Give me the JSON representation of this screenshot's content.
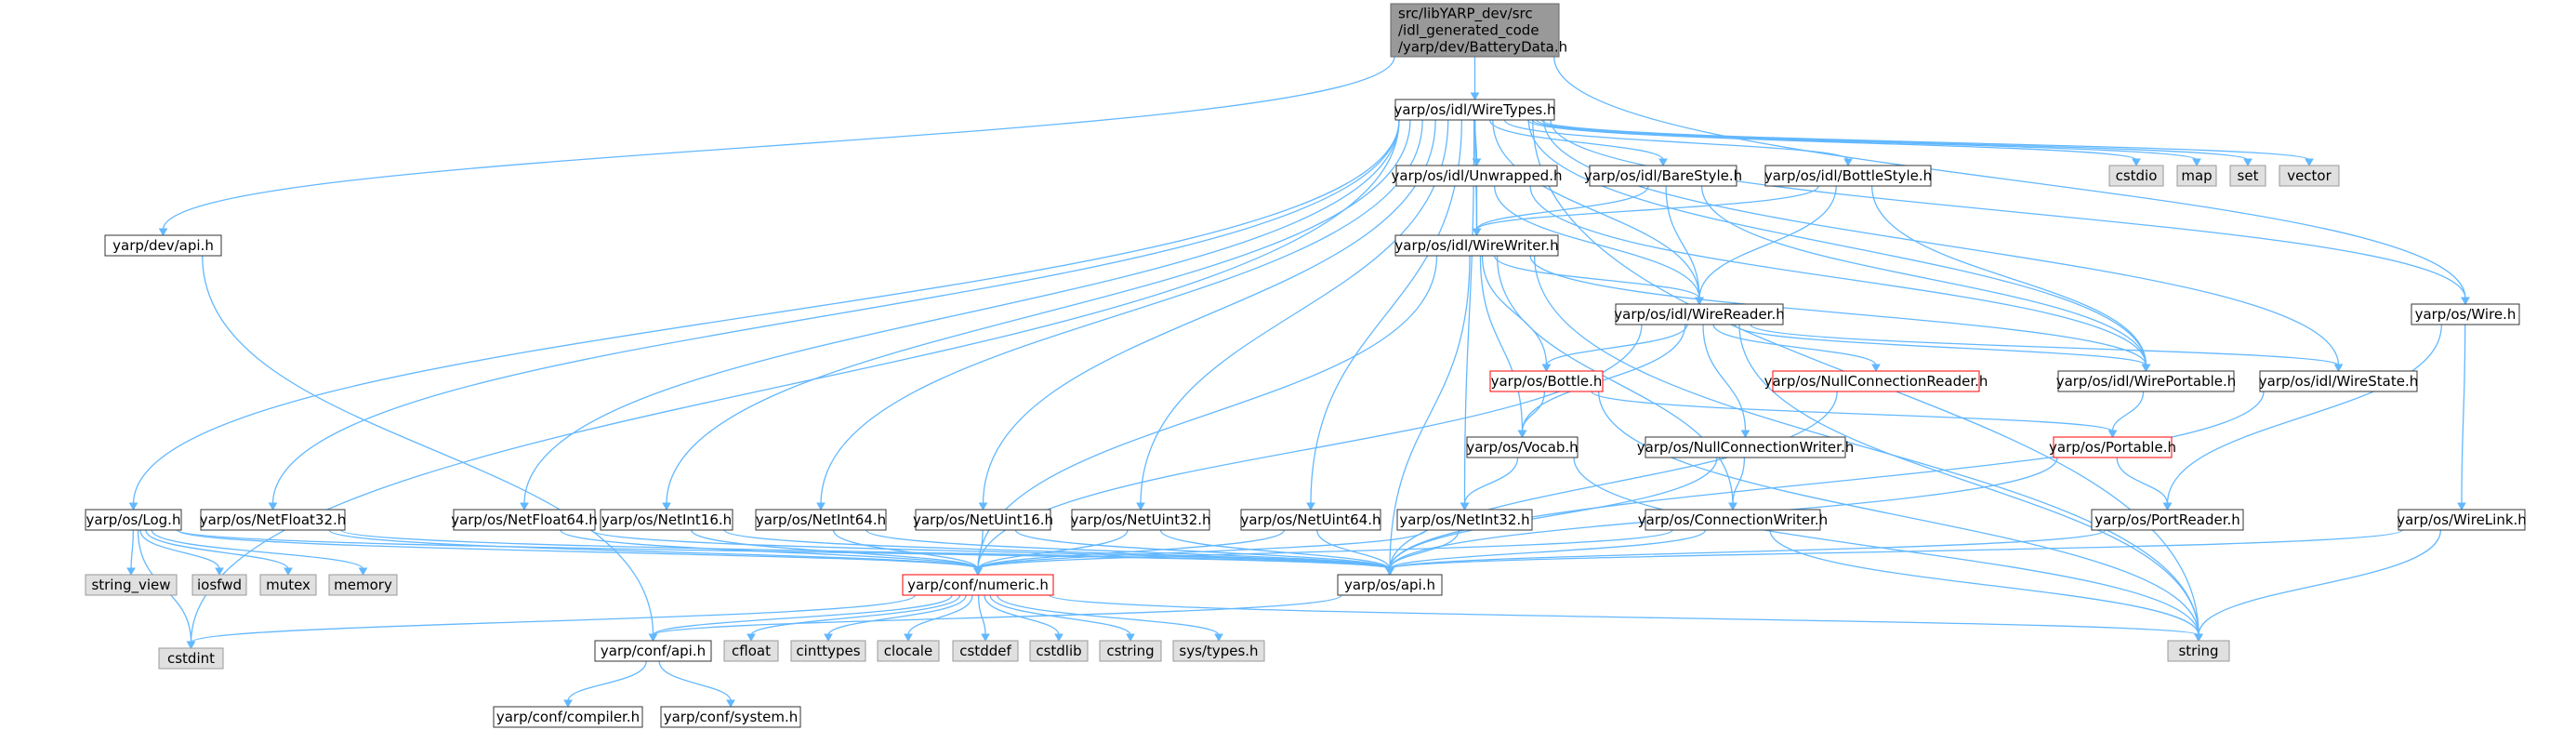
{
  "colors": {
    "background": "#ffffff",
    "edge": "#63b8ff",
    "default_fill": "#ffffff",
    "default_stroke": "#333333",
    "system_fill": "#e0e0e0",
    "system_stroke": "#999999",
    "root_fill": "#999999",
    "root_stroke": "#666666",
    "incomplete_stroke": "#ff0000"
  },
  "nodes": [
    {
      "id": "root",
      "kind": "root",
      "lines": [
        "src/libYARP_dev/src",
        "/idl_generated_code",
        "/yarp/dev/BatteryData.h"
      ]
    },
    {
      "id": "wiretypes",
      "kind": "default",
      "lines": [
        "yarp/os/idl/WireTypes.h"
      ]
    },
    {
      "id": "devapi",
      "kind": "default",
      "lines": [
        "yarp/dev/api.h"
      ]
    },
    {
      "id": "unwrapped",
      "kind": "default",
      "lines": [
        "yarp/os/idl/Unwrapped.h"
      ]
    },
    {
      "id": "barestyle",
      "kind": "default",
      "lines": [
        "yarp/os/idl/BareStyle.h"
      ]
    },
    {
      "id": "bottlestyle",
      "kind": "default",
      "lines": [
        "yarp/os/idl/BottleStyle.h"
      ]
    },
    {
      "id": "cstdio",
      "kind": "system",
      "lines": [
        "cstdio"
      ]
    },
    {
      "id": "map",
      "kind": "system",
      "lines": [
        "map"
      ]
    },
    {
      "id": "set",
      "kind": "system",
      "lines": [
        "set"
      ]
    },
    {
      "id": "vector",
      "kind": "system",
      "lines": [
        "vector"
      ]
    },
    {
      "id": "wirewriter",
      "kind": "default",
      "lines": [
        "yarp/os/idl/WireWriter.h"
      ]
    },
    {
      "id": "wirereader",
      "kind": "default",
      "lines": [
        "yarp/os/idl/WireReader.h"
      ]
    },
    {
      "id": "wire",
      "kind": "default",
      "lines": [
        "yarp/os/Wire.h"
      ]
    },
    {
      "id": "bottle",
      "kind": "incomplete",
      "lines": [
        "yarp/os/Bottle.h"
      ]
    },
    {
      "id": "nullconnreader",
      "kind": "incomplete",
      "lines": [
        "yarp/os/NullConnectionReader.h"
      ]
    },
    {
      "id": "wireportable",
      "kind": "default",
      "lines": [
        "yarp/os/idl/WirePortable.h"
      ]
    },
    {
      "id": "wirestate",
      "kind": "default",
      "lines": [
        "yarp/os/idl/WireState.h"
      ]
    },
    {
      "id": "vocab",
      "kind": "default",
      "lines": [
        "yarp/os/Vocab.h"
      ]
    },
    {
      "id": "nullconnwriter",
      "kind": "default",
      "lines": [
        "yarp/os/NullConnectionWriter.h"
      ]
    },
    {
      "id": "portable",
      "kind": "incomplete",
      "lines": [
        "yarp/os/Portable.h"
      ]
    },
    {
      "id": "log",
      "kind": "default",
      "lines": [
        "yarp/os/Log.h"
      ]
    },
    {
      "id": "netfloat32",
      "kind": "default",
      "lines": [
        "yarp/os/NetFloat32.h"
      ]
    },
    {
      "id": "netfloat64",
      "kind": "default",
      "lines": [
        "yarp/os/NetFloat64.h"
      ]
    },
    {
      "id": "netint16",
      "kind": "default",
      "lines": [
        "yarp/os/NetInt16.h"
      ]
    },
    {
      "id": "netint64",
      "kind": "default",
      "lines": [
        "yarp/os/NetInt64.h"
      ]
    },
    {
      "id": "netuint16",
      "kind": "default",
      "lines": [
        "yarp/os/NetUint16.h"
      ]
    },
    {
      "id": "netuint32",
      "kind": "default",
      "lines": [
        "yarp/os/NetUint32.h"
      ]
    },
    {
      "id": "netuint64",
      "kind": "default",
      "lines": [
        "yarp/os/NetUint64.h"
      ]
    },
    {
      "id": "netint32",
      "kind": "default",
      "lines": [
        "yarp/os/NetInt32.h"
      ]
    },
    {
      "id": "connwriter",
      "kind": "default",
      "lines": [
        "yarp/os/ConnectionWriter.h"
      ]
    },
    {
      "id": "portreader",
      "kind": "default",
      "lines": [
        "yarp/os/PortReader.h"
      ]
    },
    {
      "id": "wirelink",
      "kind": "default",
      "lines": [
        "yarp/os/WireLink.h"
      ]
    },
    {
      "id": "string_view",
      "kind": "system",
      "lines": [
        "string_view"
      ]
    },
    {
      "id": "iosfwd",
      "kind": "system",
      "lines": [
        "iosfwd"
      ]
    },
    {
      "id": "mutex",
      "kind": "system",
      "lines": [
        "mutex"
      ]
    },
    {
      "id": "memory",
      "kind": "system",
      "lines": [
        "memory"
      ]
    },
    {
      "id": "numeric",
      "kind": "incomplete",
      "lines": [
        "yarp/conf/numeric.h"
      ]
    },
    {
      "id": "osapi",
      "kind": "default",
      "lines": [
        "yarp/os/api.h"
      ]
    },
    {
      "id": "cstdint",
      "kind": "system",
      "lines": [
        "cstdint"
      ]
    },
    {
      "id": "confapi",
      "kind": "default",
      "lines": [
        "yarp/conf/api.h"
      ]
    },
    {
      "id": "cfloat",
      "kind": "system",
      "lines": [
        "cfloat"
      ]
    },
    {
      "id": "cinttypes",
      "kind": "system",
      "lines": [
        "cinttypes"
      ]
    },
    {
      "id": "clocale",
      "kind": "system",
      "lines": [
        "clocale"
      ]
    },
    {
      "id": "cstddef",
      "kind": "system",
      "lines": [
        "cstddef"
      ]
    },
    {
      "id": "cstdlib",
      "kind": "system",
      "lines": [
        "cstdlib"
      ]
    },
    {
      "id": "cstring",
      "kind": "system",
      "lines": [
        "cstring"
      ]
    },
    {
      "id": "systypes",
      "kind": "system",
      "lines": [
        "sys/types.h"
      ]
    },
    {
      "id": "string",
      "kind": "system",
      "lines": [
        "string"
      ]
    },
    {
      "id": "compiler",
      "kind": "default",
      "lines": [
        "yarp/conf/compiler.h"
      ]
    },
    {
      "id": "system",
      "kind": "default",
      "lines": [
        "yarp/conf/system.h"
      ]
    }
  ],
  "edges": [
    [
      "root",
      "wiretypes"
    ],
    [
      "root",
      "devapi"
    ],
    [
      "root",
      "wire"
    ],
    [
      "devapi",
      "confapi"
    ],
    [
      "wiretypes",
      "unwrapped"
    ],
    [
      "wiretypes",
      "barestyle"
    ],
    [
      "wiretypes",
      "bottlestyle"
    ],
    [
      "wiretypes",
      "cstdio"
    ],
    [
      "wiretypes",
      "map"
    ],
    [
      "wiretypes",
      "set"
    ],
    [
      "wiretypes",
      "vector"
    ],
    [
      "wiretypes",
      "wirewriter"
    ],
    [
      "wiretypes",
      "wirereader"
    ],
    [
      "wiretypes",
      "wireportable"
    ],
    [
      "wiretypes",
      "wirestate"
    ],
    [
      "wiretypes",
      "wire"
    ],
    [
      "wiretypes",
      "string"
    ],
    [
      "wiretypes",
      "cstdint"
    ],
    [
      "wiretypes",
      "log"
    ],
    [
      "wiretypes",
      "netfloat32"
    ],
    [
      "wiretypes",
      "netfloat64"
    ],
    [
      "wiretypes",
      "netint16"
    ],
    [
      "wiretypes",
      "netint64"
    ],
    [
      "wiretypes",
      "netuint16"
    ],
    [
      "wiretypes",
      "netuint32"
    ],
    [
      "wiretypes",
      "netuint64"
    ],
    [
      "wiretypes",
      "netint32"
    ],
    [
      "unwrapped",
      "wirewriter"
    ],
    [
      "unwrapped",
      "wirereader"
    ],
    [
      "unwrapped",
      "wireportable"
    ],
    [
      "barestyle",
      "wirewriter"
    ],
    [
      "barestyle",
      "wirereader"
    ],
    [
      "barestyle",
      "wireportable"
    ],
    [
      "bottlestyle",
      "wirewriter"
    ],
    [
      "bottlestyle",
      "wirereader"
    ],
    [
      "bottlestyle",
      "wireportable"
    ],
    [
      "wirewriter",
      "wirereader"
    ],
    [
      "wirewriter",
      "bottle"
    ],
    [
      "wirewriter",
      "vocab"
    ],
    [
      "wirewriter",
      "wireportable"
    ],
    [
      "wirewriter",
      "connwriter"
    ],
    [
      "wirewriter",
      "osapi"
    ],
    [
      "wirewriter",
      "numeric"
    ],
    [
      "wirewriter",
      "string"
    ],
    [
      "wirereader",
      "bottle"
    ],
    [
      "wirereader",
      "nullconnreader"
    ],
    [
      "wirereader",
      "nullconnwriter"
    ],
    [
      "wirereader",
      "wireportable"
    ],
    [
      "wirereader",
      "wirestate"
    ],
    [
      "wirereader",
      "vocab"
    ],
    [
      "wirereader",
      "numeric"
    ],
    [
      "wirereader",
      "string"
    ],
    [
      "bottle",
      "vocab"
    ],
    [
      "bottle",
      "portable"
    ],
    [
      "bottle",
      "string"
    ],
    [
      "nullconnreader",
      "osapi"
    ],
    [
      "wireportable",
      "portable"
    ],
    [
      "wirestate",
      "osapi"
    ],
    [
      "vocab",
      "netint32"
    ],
    [
      "vocab",
      "string"
    ],
    [
      "nullconnwriter",
      "connwriter"
    ],
    [
      "nullconnwriter",
      "osapi"
    ],
    [
      "portable",
      "portreader"
    ],
    [
      "portable",
      "osapi"
    ],
    [
      "wire",
      "portreader"
    ],
    [
      "wire",
      "wirelink"
    ],
    [
      "log",
      "string_view"
    ],
    [
      "log",
      "iosfwd"
    ],
    [
      "log",
      "mutex"
    ],
    [
      "log",
      "memory"
    ],
    [
      "log",
      "cstdint"
    ],
    [
      "log",
      "numeric"
    ],
    [
      "log",
      "osapi"
    ],
    [
      "netfloat32",
      "numeric"
    ],
    [
      "netfloat32",
      "osapi"
    ],
    [
      "netfloat64",
      "numeric"
    ],
    [
      "netfloat64",
      "osapi"
    ],
    [
      "netint16",
      "numeric"
    ],
    [
      "netint16",
      "osapi"
    ],
    [
      "netint64",
      "numeric"
    ],
    [
      "netint64",
      "osapi"
    ],
    [
      "netuint16",
      "numeric"
    ],
    [
      "netuint16",
      "osapi"
    ],
    [
      "netuint32",
      "numeric"
    ],
    [
      "netuint32",
      "osapi"
    ],
    [
      "netuint64",
      "numeric"
    ],
    [
      "netuint64",
      "osapi"
    ],
    [
      "netint32",
      "numeric"
    ],
    [
      "netint32",
      "osapi"
    ],
    [
      "connwriter",
      "numeric"
    ],
    [
      "connwriter",
      "osapi"
    ],
    [
      "connwriter",
      "string"
    ],
    [
      "portreader",
      "osapi"
    ],
    [
      "wirelink",
      "osapi"
    ],
    [
      "wirelink",
      "string"
    ],
    [
      "numeric",
      "confapi"
    ],
    [
      "numeric",
      "cfloat"
    ],
    [
      "numeric",
      "cinttypes"
    ],
    [
      "numeric",
      "clocale"
    ],
    [
      "numeric",
      "cstddef"
    ],
    [
      "numeric",
      "cstdint"
    ],
    [
      "numeric",
      "cstdlib"
    ],
    [
      "numeric",
      "cstring"
    ],
    [
      "numeric",
      "string"
    ],
    [
      "numeric",
      "systypes"
    ],
    [
      "osapi",
      "confapi"
    ],
    [
      "confapi",
      "compiler"
    ],
    [
      "confapi",
      "system"
    ]
  ]
}
